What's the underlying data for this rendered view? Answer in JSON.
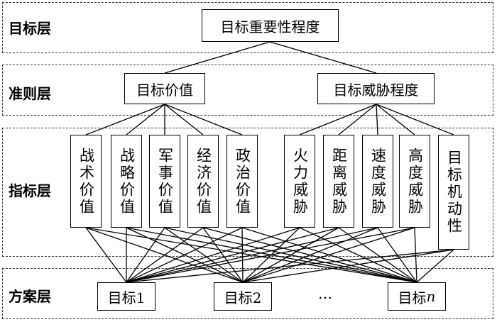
{
  "layers": {
    "goal": "目标层",
    "criteria": "准则层",
    "indicator": "指标层",
    "scheme": "方案层"
  },
  "goal_node": "目标重要性程度",
  "criteria_nodes": [
    "目标价值",
    "目标威胁程度"
  ],
  "indicators_value": [
    "战术价值",
    "战略价值",
    "军事价值",
    "经济价值",
    "政治价值"
  ],
  "indicators_threat": [
    "火力威胁",
    "距离威胁",
    "速度威胁",
    "高度威胁",
    "目标机动性"
  ],
  "schemes": {
    "first": "目标1",
    "second": "目标2",
    "ellipsis": "…",
    "last_prefix": "目标",
    "last_suffix": "n"
  }
}
